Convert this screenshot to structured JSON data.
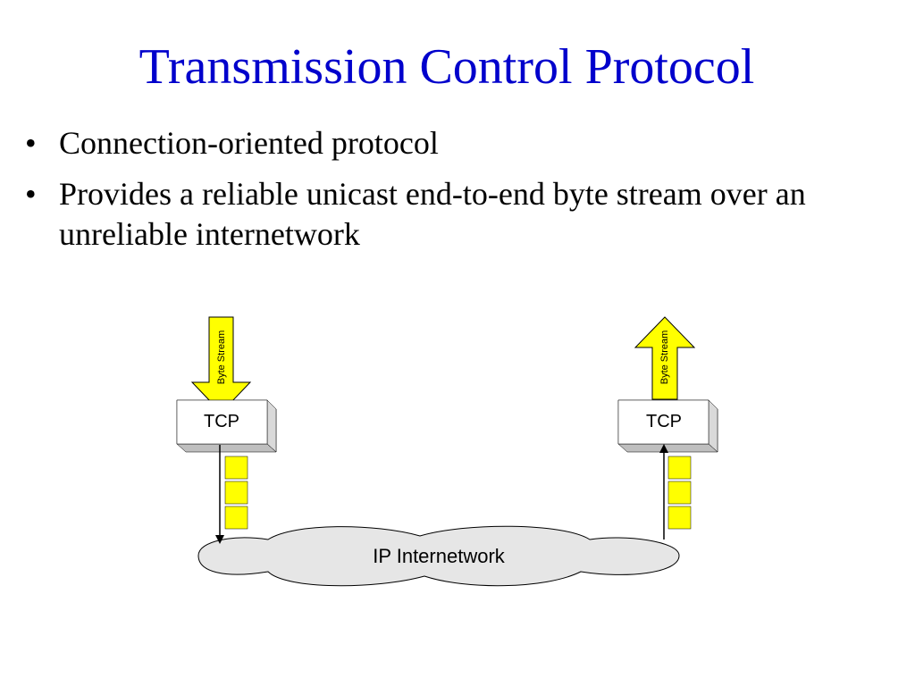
{
  "slide": {
    "title": "Transmission Control Protocol",
    "bullets": [
      {
        "text": "Connection-oriented protocol"
      },
      {
        "text": "Provides a reliable unicast end-to-end byte stream over an unreliable internetwork"
      }
    ]
  },
  "diagram": {
    "left_host": {
      "label": "TCP",
      "arrow_label": "Byte Stream",
      "arrow_direction": "down"
    },
    "right_host": {
      "label": "TCP",
      "arrow_label": "Byte Stream",
      "arrow_direction": "up"
    },
    "network_label": "IP Internetwork",
    "colors": {
      "title": "#0000cc",
      "arrow_fill": "#ffff00",
      "segment_fill": "#ffff00",
      "cloud_fill": "#e6e6e6",
      "box_fill": "#ffffff"
    }
  }
}
